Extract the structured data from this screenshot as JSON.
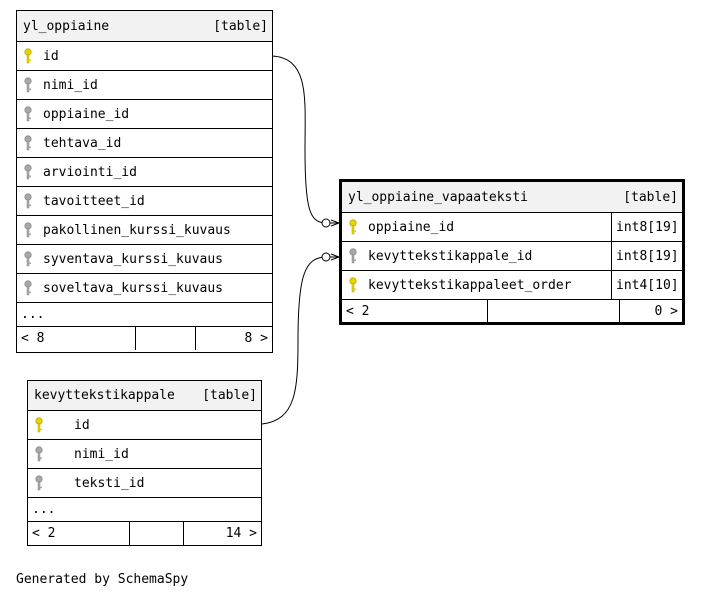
{
  "tables": {
    "yl_oppiaine": {
      "name": "yl_oppiaine",
      "kind": "[table]",
      "columns": [
        {
          "name": "id",
          "key": "primary"
        },
        {
          "name": "nimi_id",
          "key": "foreign"
        },
        {
          "name": "oppiaine_id",
          "key": "foreign"
        },
        {
          "name": "tehtava_id",
          "key": "foreign"
        },
        {
          "name": "arviointi_id",
          "key": "foreign"
        },
        {
          "name": "tavoitteet_id",
          "key": "foreign"
        },
        {
          "name": "pakollinen_kurssi_kuvaus",
          "key": "foreign"
        },
        {
          "name": "syventava_kurssi_kuvaus",
          "key": "foreign"
        },
        {
          "name": "soveltava_kurssi_kuvaus",
          "key": "foreign"
        }
      ],
      "more": "...",
      "footer": {
        "parents": "< 8",
        "middle": "",
        "children": "8 >"
      }
    },
    "yl_oppiaine_vapaateksti": {
      "name": "yl_oppiaine_vapaateksti",
      "kind": "[table]",
      "columns": [
        {
          "name": "oppiaine_id",
          "key": "primary",
          "type": "int8[19]"
        },
        {
          "name": "kevyttekstikappale_id",
          "key": "foreign",
          "type": "int8[19]"
        },
        {
          "name": "kevyttekstikappaleet_order",
          "key": "primary",
          "type": "int4[10]"
        }
      ],
      "footer": {
        "parents": "< 2",
        "middle": "",
        "children": "0 >"
      }
    },
    "kevyttekstikappale": {
      "name": "kevyttekstikappale",
      "kind": "[table]",
      "columns": [
        {
          "name": "id",
          "key": "primary"
        },
        {
          "name": "nimi_id",
          "key": "foreign"
        },
        {
          "name": "teksti_id",
          "key": "foreign"
        }
      ],
      "more": "...",
      "footer": {
        "parents": "< 2",
        "middle": "",
        "children": "14 >"
      }
    }
  },
  "credit": "Generated by SchemaSpy",
  "colors": {
    "primary_key": "#e8d400",
    "foreign_key": "#a8a8a8",
    "header_bg": "#f2f2f2"
  }
}
